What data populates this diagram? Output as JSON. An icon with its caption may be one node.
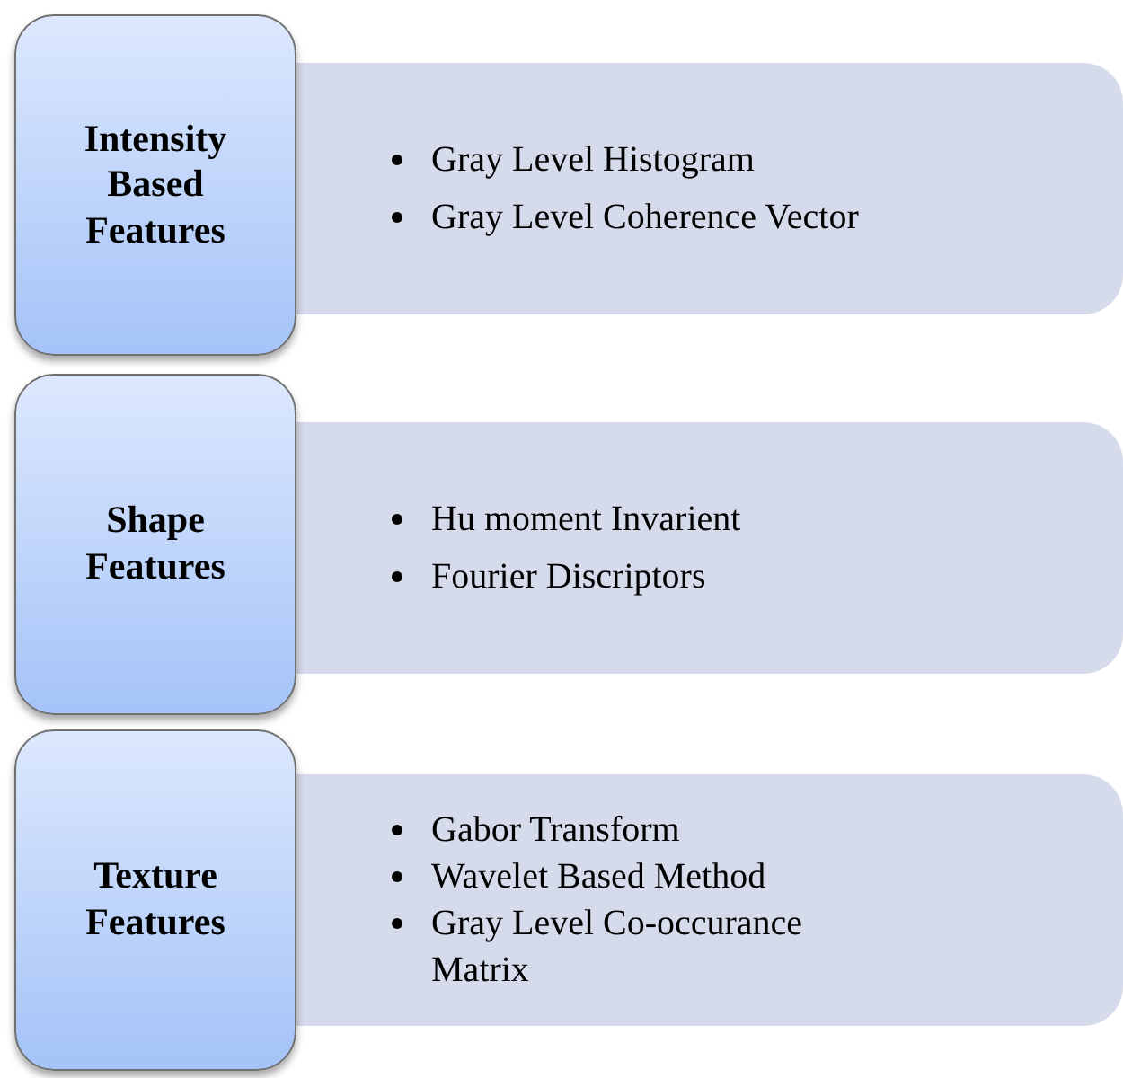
{
  "diagram": {
    "nodes": [
      {
        "text": [
          "Intensity Based Features"
        ]
      },
      {
        "text": [
          "Gray Level Histogram",
          "Gray Level Coherence Vector"
        ]
      },
      {
        "text": [
          "Shape Features"
        ]
      },
      {
        "text": [
          "Hu moment Invarient",
          "Fourier Discriptors"
        ]
      },
      {
        "text": [
          "Texture Features"
        ]
      },
      {
        "text": [
          "Gabor Transform",
          "Wavelet Based Method",
          "Gray Level Co-occurance Matrix"
        ]
      }
    ]
  }
}
